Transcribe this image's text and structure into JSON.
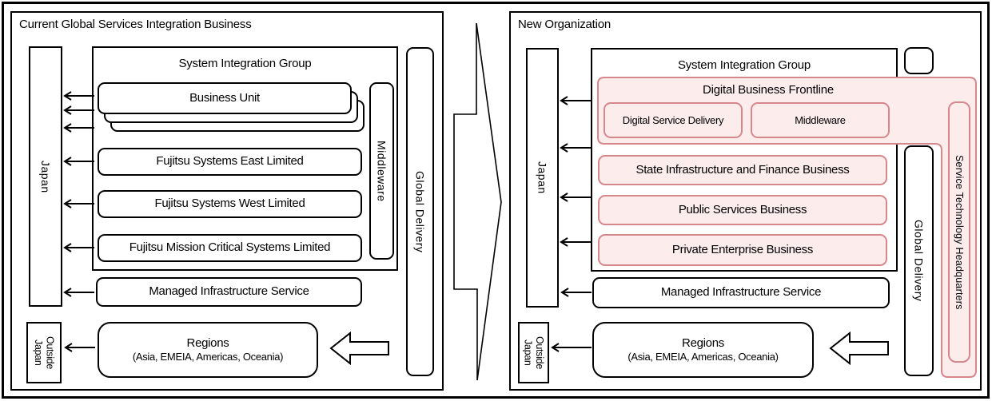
{
  "diagram": {
    "left_panel": {
      "title": "Current Global Services Integration Business",
      "japan": "Japan",
      "outside_japan": {
        "line1": "Outside",
        "line2": "Japan"
      },
      "sig_title": "System Integration Group",
      "business_unit": "Business Unit",
      "subsidiaries": [
        "Fujitsu Systems East Limited",
        "Fujitsu Systems West Limited",
        "Fujitsu Mission Critical Systems Limited"
      ],
      "middleware": "Middleware",
      "global_delivery": "Global Delivery",
      "managed_infrastructure": "Managed Infrastructure Service",
      "regions": {
        "title": "Regions",
        "subtitle": "(Asia, EMEIA, Americas, Oceania)"
      }
    },
    "right_panel": {
      "title": "New Organization",
      "japan": "Japan",
      "outside_japan": {
        "line1": "Outside",
        "line2": "Japan"
      },
      "sig_title": "System Integration Group",
      "digital_business_frontline": {
        "title": "Digital Business Frontline",
        "children": [
          "Digital Service Delivery",
          "Middleware"
        ]
      },
      "businesses": [
        "State Infrastructure and Finance Business",
        "Public Services Business",
        "Private Enterprise Business"
      ],
      "service_technology_headquarters": "Service Technology Headquarters",
      "global_delivery": "Global Delivery",
      "managed_infrastructure": "Managed Infrastructure Service",
      "regions": {
        "title": "Regions",
        "subtitle": "(Asia, EMEIA, Americas, Oceania)"
      }
    },
    "colors": {
      "pink_border": "#d6878c",
      "pink_fill": "#fcecec",
      "line": "#000000"
    }
  }
}
